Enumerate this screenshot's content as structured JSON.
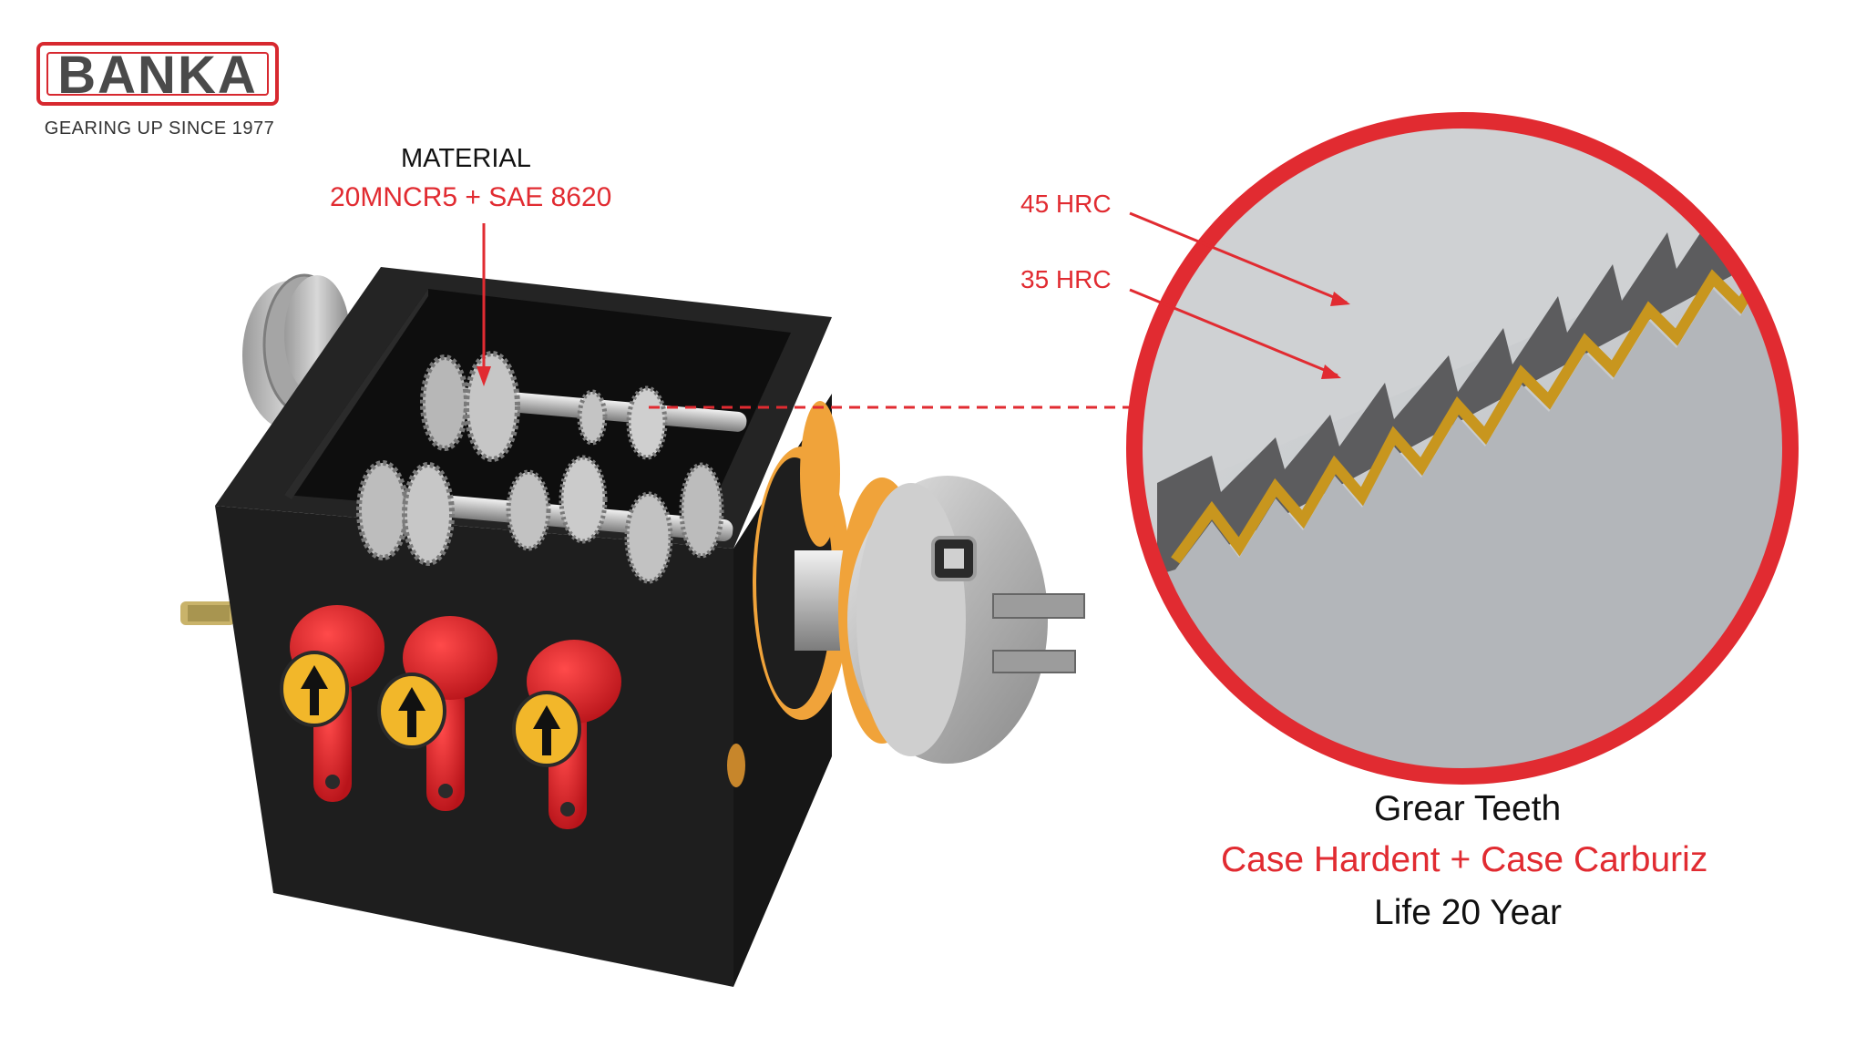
{
  "logo": {
    "brand": "BANKA",
    "tagline": "GEARING UP SINCE 1977"
  },
  "material": {
    "title": "MATERIAL",
    "value": "20MNCR5 + SAE 8620"
  },
  "hardness": {
    "outer": "45 HRC",
    "inner": "35 HRC"
  },
  "gear_teeth": {
    "title": "Grear Teeth",
    "treatment": "Case Hardent + Case Carburiz",
    "life": "Life 20 Year"
  },
  "colors": {
    "brand_red": "#e12b31",
    "text_black": "#111111",
    "case_layer": "#c8961e",
    "gearbox_body": "#1c1c1c",
    "lever_red": "#e01e26",
    "flange_orange": "#f0a33a"
  }
}
